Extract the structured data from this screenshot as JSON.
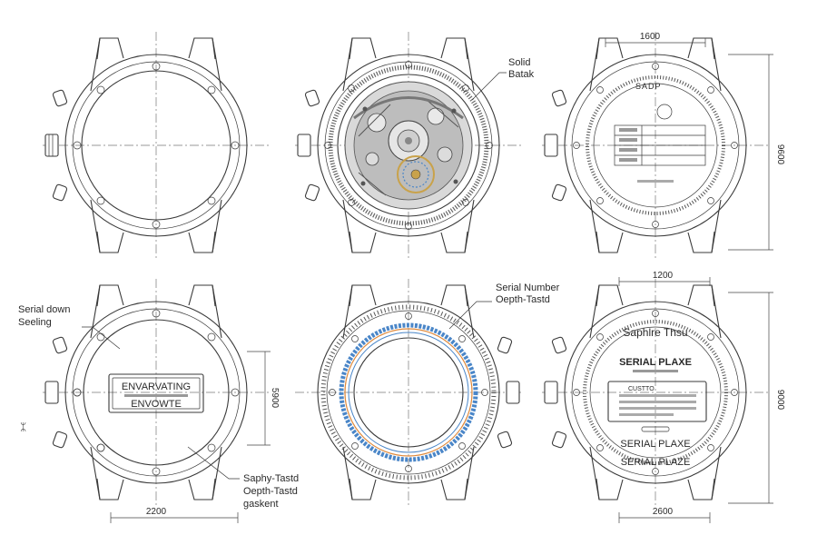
{
  "views": {
    "v2": {
      "callout": [
        "Solid",
        "Batak"
      ]
    },
    "v3": {
      "dim_top": "1600",
      "dim_right": "9600",
      "ring_text": "SADP"
    },
    "v4": {
      "callout_top": [
        "Serial down",
        "Seeling"
      ],
      "plate": [
        "ENVARVATING",
        "ENVOWTE"
      ],
      "callout_bottom": [
        "Saphy-Tastd",
        "Oepth-Tastd",
        "gaskent"
      ],
      "dim_right": "5900",
      "dim_bottom": "2200",
      "left_glyph": "ᛯ"
    },
    "v5": {
      "callout": [
        "Serial Number",
        "Oepth-Tastd"
      ]
    },
    "v6": {
      "dim_top": "1200",
      "dim_right": "9000",
      "dim_bottom": "2600",
      "ring_text": "Saphlre  Thsu",
      "plate_title": "SERIAL PLAXE",
      "plate_sub": "CUSTTO",
      "lower_1": "SERIAL PLAXE",
      "lower_2": "SERIAL PLAZE"
    }
  },
  "colors": {
    "line": "#3a3a3a",
    "gasket_blue": "#4a86c8",
    "gasket_orange": "#e08a3c",
    "movement_gray": "#9a9a9a",
    "balance_gold": "#c9a24a"
  }
}
